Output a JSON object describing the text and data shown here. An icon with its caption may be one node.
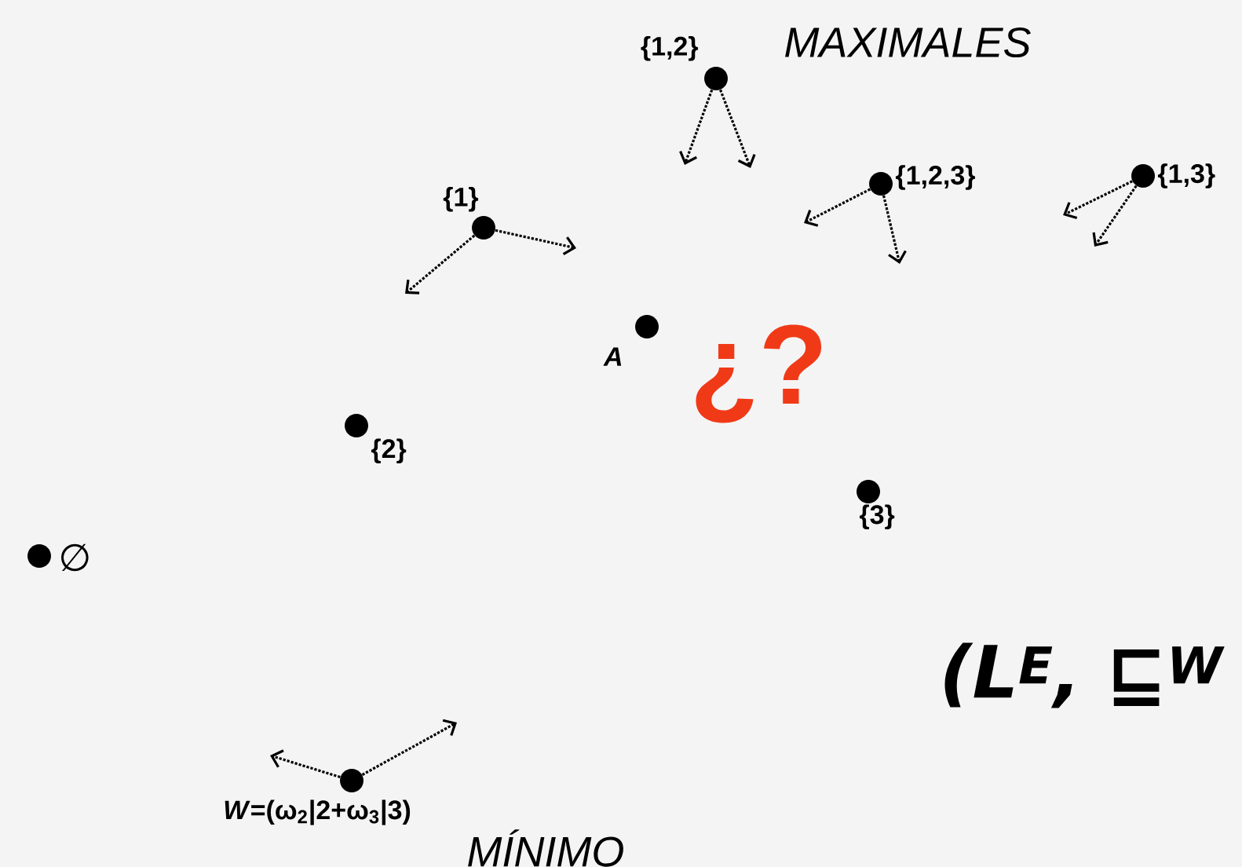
{
  "diagram": {
    "nodes": [
      {
        "text": [],
        "shape": "circle",
        "beside": [
          "{1,2}"
        ]
      },
      {
        "text": [],
        "shape": "circle",
        "beside": [
          "{1,2,3}"
        ]
      },
      {
        "text": [],
        "shape": "circle",
        "beside": [
          "{1,3}"
        ]
      },
      {
        "text": [],
        "shape": "circle",
        "beside": [
          "{1}"
        ]
      },
      {
        "text": [],
        "shape": "circle",
        "beside": [
          "A"
        ]
      },
      {
        "text": [],
        "shape": "circle",
        "beside": [
          "{2}"
        ]
      },
      {
        "text": [],
        "shape": "circle",
        "beside": [
          "{3}"
        ]
      },
      {
        "text": [],
        "shape": "circle",
        "beside": [
          "∅"
        ]
      },
      {
        "text": [],
        "shape": "circle",
        "beside": [
          "*W*=(ω$_{2}$|2+ω$_{3}$|3)"
        ]
      }
    ],
    "edges": [
      {
        "from": 0,
        "to": null,
        "arrow": "to",
        "style": "dashed"
      },
      {
        "from": 0,
        "to": null,
        "arrow": "to",
        "style": "dashed"
      },
      {
        "from": 1,
        "to": null,
        "arrow": "to",
        "style": "dashed"
      },
      {
        "from": 1,
        "to": null,
        "arrow": "to",
        "style": "dashed"
      },
      {
        "from": 2,
        "to": null,
        "arrow": "to",
        "style": "dashed"
      },
      {
        "from": 2,
        "to": null,
        "arrow": "to",
        "style": "dashed"
      },
      {
        "from": 3,
        "to": null,
        "arrow": "to",
        "style": "dashed"
      },
      {
        "from": 3,
        "to": null,
        "arrow": "to",
        "style": "dashed"
      },
      {
        "from": 8,
        "to": null,
        "arrow": "to",
        "style": "dashed"
      },
      {
        "from": 8,
        "to": null,
        "arrow": "to",
        "style": "dashed"
      }
    ],
    "labels": [
      "MAXIMALES",
      "¿?",
      "(L$^{E}$, ⊑$^{W}$",
      "MÍNIMO"
    ]
  }
}
